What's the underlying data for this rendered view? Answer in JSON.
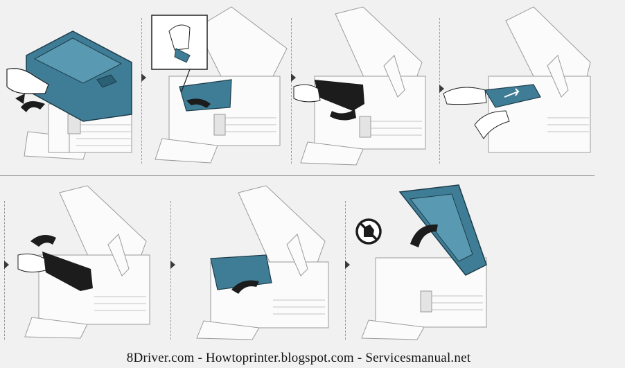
{
  "footer": {
    "text": "8Driver.com - Howtoprinter.blogspot.com - Servicesmanual.net"
  },
  "colors": {
    "accent_blue": "#3f7d96",
    "accent_blue_dark": "#2a5f74",
    "line_gray": "#b9b9b9",
    "outline": "#7c7c7c",
    "dark": "#1c1c1c",
    "background": "#f1f1f1"
  },
  "steps": [
    {
      "id": "open-scanner-lid",
      "icon": "printer-scanner-open-icon"
    },
    {
      "id": "open-inner-cover-zoom",
      "icon": "printer-cover-release-icon"
    },
    {
      "id": "remove-toner",
      "icon": "toner-remove-icon"
    },
    {
      "id": "pull-jammed-paper",
      "icon": "paper-jam-remove-icon"
    },
    {
      "id": "insert-toner",
      "icon": "toner-insert-icon"
    },
    {
      "id": "close-inner-cover",
      "icon": "inner-cover-close-icon"
    },
    {
      "id": "close-scanner-lid",
      "icon": "scanner-lid-close-icon"
    }
  ],
  "warning": {
    "icon": "no-touch-hand-icon"
  }
}
